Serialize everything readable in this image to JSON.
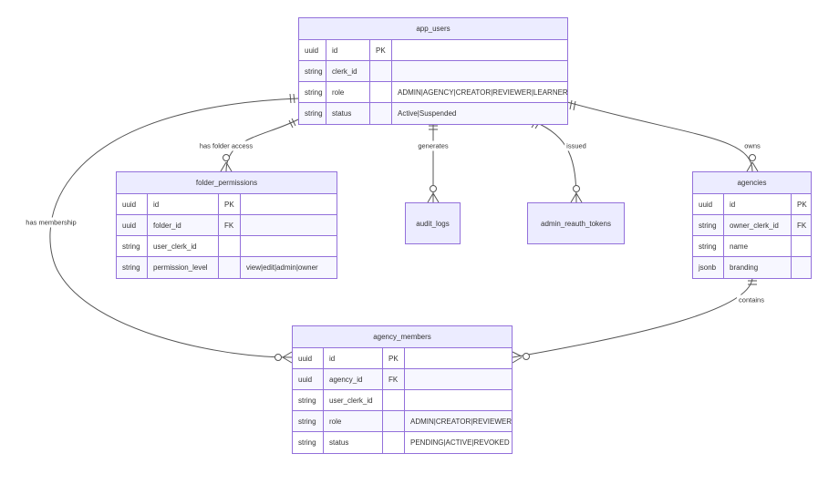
{
  "entities": {
    "app_users": {
      "name": "app_users",
      "rows": [
        {
          "type": "uuid",
          "field": "id",
          "key": "PK",
          "note": ""
        },
        {
          "type": "string",
          "field": "clerk_id",
          "key": "",
          "note": ""
        },
        {
          "type": "string",
          "field": "role",
          "key": "",
          "note": "ADMIN|AGENCY|CREATOR|REVIEWER|LEARNER"
        },
        {
          "type": "string",
          "field": "status",
          "key": "",
          "note": "Active|Suspended"
        }
      ]
    },
    "folder_permissions": {
      "name": "folder_permissions",
      "rows": [
        {
          "type": "uuid",
          "field": "id",
          "key": "PK",
          "note": ""
        },
        {
          "type": "uuid",
          "field": "folder_id",
          "key": "FK",
          "note": ""
        },
        {
          "type": "string",
          "field": "user_clerk_id",
          "key": "",
          "note": ""
        },
        {
          "type": "string",
          "field": "permission_level",
          "key": "",
          "note": "view|edit|admin|owner"
        }
      ]
    },
    "agencies": {
      "name": "agencies",
      "rows": [
        {
          "type": "uuid",
          "field": "id",
          "key": "PK",
          "note": ""
        },
        {
          "type": "string",
          "field": "owner_clerk_id",
          "key": "FK",
          "note": ""
        },
        {
          "type": "string",
          "field": "name",
          "key": "",
          "note": ""
        },
        {
          "type": "jsonb",
          "field": "branding",
          "key": "",
          "note": ""
        }
      ]
    },
    "agency_members": {
      "name": "agency_members",
      "rows": [
        {
          "type": "uuid",
          "field": "id",
          "key": "PK",
          "note": ""
        },
        {
          "type": "uuid",
          "field": "agency_id",
          "key": "FK",
          "note": ""
        },
        {
          "type": "string",
          "field": "user_clerk_id",
          "key": "",
          "note": ""
        },
        {
          "type": "string",
          "field": "role",
          "key": "",
          "note": "ADMIN|CREATOR|REVIEWER"
        },
        {
          "type": "string",
          "field": "status",
          "key": "",
          "note": "PENDING|ACTIVE|REVOKED"
        }
      ]
    },
    "audit_logs": {
      "name": "audit_logs"
    },
    "admin_reauth_tokens": {
      "name": "admin_reauth_tokens"
    }
  },
  "relationships": [
    {
      "from": "app_users",
      "to": "folder_permissions",
      "label": "has folder access",
      "from_card": "exactly-one",
      "to_card": "zero-or-more"
    },
    {
      "from": "app_users",
      "to": "audit_logs",
      "label": "generates",
      "from_card": "exactly-one",
      "to_card": "zero-or-more"
    },
    {
      "from": "app_users",
      "to": "admin_reauth_tokens",
      "label": "issued",
      "from_card": "exactly-one",
      "to_card": "zero-or-more"
    },
    {
      "from": "app_users",
      "to": "agencies",
      "label": "owns",
      "from_card": "exactly-one",
      "to_card": "zero-or-more"
    },
    {
      "from": "app_users",
      "to": "agency_members",
      "label": "has membership",
      "from_card": "exactly-one",
      "to_card": "zero-or-more"
    },
    {
      "from": "agencies",
      "to": "agency_members",
      "label": "contains",
      "from_card": "exactly-one",
      "to_card": "zero-or-more"
    }
  ],
  "colors": {
    "entity_border": "#9370db",
    "entity_header": "#ececff",
    "row_alt": "#f7f7ff",
    "edge": "#555555"
  }
}
